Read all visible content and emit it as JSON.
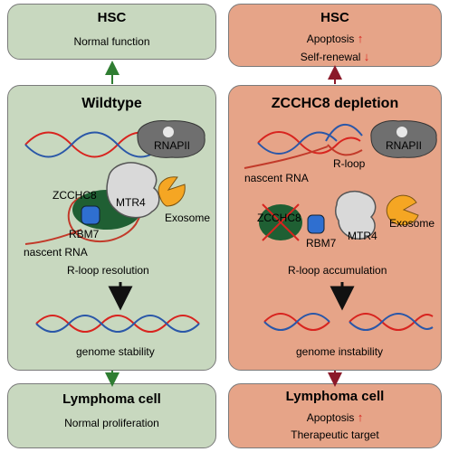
{
  "left": {
    "hsc": {
      "title": "HSC",
      "line1": "Normal function"
    },
    "main": {
      "title": "Wildtype",
      "rnapii": "RNAPII",
      "zcchc8": "ZCCHC8",
      "mtr4": "MTR4",
      "exosome": "Exosome",
      "rbm7": "RBM7",
      "nascent_rna": "nascent RNA",
      "resolution": "R-loop resolution",
      "stability": "genome stability"
    },
    "lymphoma": {
      "title": "Lymphoma cell",
      "line1": "Normal proliferation"
    }
  },
  "right": {
    "hsc": {
      "title": "HSC",
      "line1": "Apoptosis",
      "line2": "Self-renewal"
    },
    "main": {
      "title": "ZCCHC8 depletion",
      "rnapii": "RNAPII",
      "nascent_rna": "nascent RNA",
      "rloop": "R-loop",
      "zcchc8": "ZCCHC8",
      "mtr4": "MTR4",
      "exosome": "Exosome",
      "rbm7": "RBM7",
      "accumulation": "R-loop accumulation",
      "instability": "genome instability"
    },
    "lymphoma": {
      "title": "Lymphoma cell",
      "line1": "Apoptosis",
      "line2": "Therapeutic target"
    }
  },
  "glyphs": {
    "up": "↑",
    "down": "↓"
  },
  "colors": {
    "green_panel": "#c8d8bf",
    "salmon_panel": "#e6a488",
    "dna_red": "#d8241f",
    "dna_blue": "#2a57a8",
    "zcchc8": "#1f5f33",
    "rbm7": "#2f6fd0",
    "exosome": "#f5a623",
    "rnapii": "#6f6f6f",
    "arrow_green": "#2f7d32",
    "arrow_dark_red": "#8b1a2a"
  }
}
